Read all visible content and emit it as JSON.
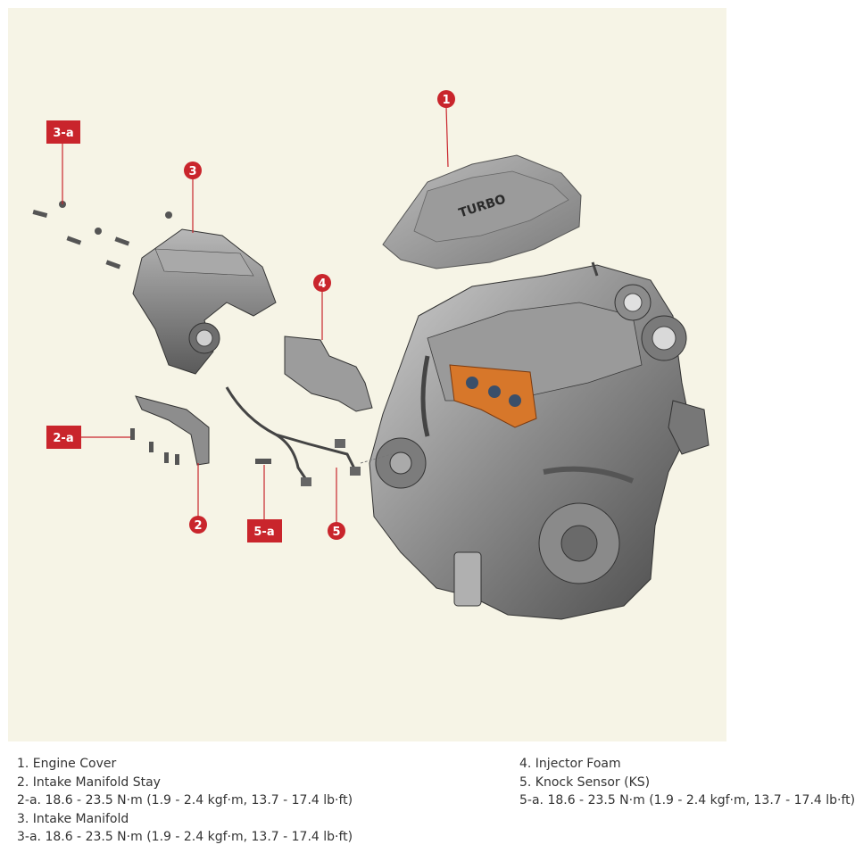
{
  "diagram": {
    "callouts": {
      "c1": "1",
      "c2": "2",
      "c3": "3",
      "c4": "4",
      "c5": "5",
      "c2a": "2-a",
      "c3a": "3-a",
      "c5a": "5-a"
    },
    "engine_cover_text": "TURBO"
  },
  "legend": {
    "left": [
      "1. Engine Cover",
      "2. Intake Manifold Stay",
      "2-a. 18.6 - 23.5 N·m (1.9 - 2.4 kgf·m, 13.7 - 17.4 lb·ft)",
      "3. Intake Manifold",
      "3-a. 18.6 - 23.5 N·m (1.9 - 2.4 kgf·m, 13.7 - 17.4 lb·ft)"
    ],
    "right": [
      "4. Injector Foam",
      "5. Knock Sensor (KS)",
      "5-a. 18.6 - 23.5 N·m (1.9 - 2.4 kgf·m, 13.7 - 17.4 lb·ft)"
    ]
  },
  "colors": {
    "background": "#f6f4e6",
    "callout": "#c9252c",
    "part_fill": "#8e8e8e",
    "gasket": "#d7772a"
  }
}
